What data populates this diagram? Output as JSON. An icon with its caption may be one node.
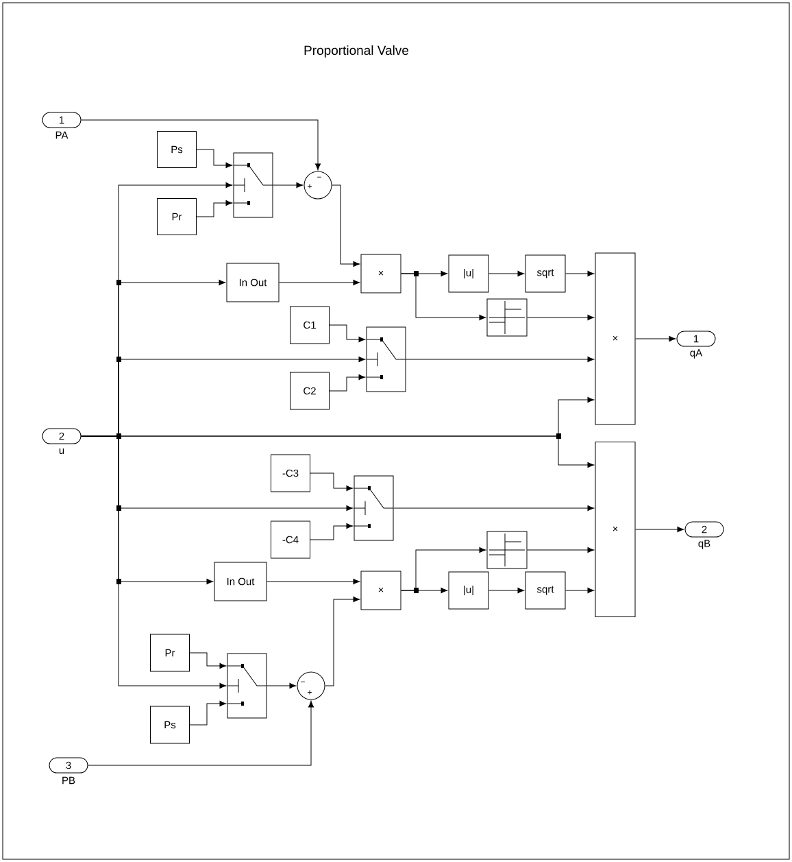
{
  "diagram": {
    "title": "Proportional Valve",
    "nodes": [
      {
        "text": [
          "1"
        ],
        "beside": [
          "PA"
        ]
      },
      {
        "text": [
          "Ps"
        ]
      },
      {
        "text": [
          "Pr"
        ]
      },
      {
        "text": [],
        "shape": "box"
      },
      {
        "text": [
          "+",
          "−"
        ]
      },
      {
        "text": [
          "In Out"
        ]
      },
      {
        "text": [
          "×"
        ]
      },
      {
        "text": [
          "|u|"
        ]
      },
      {
        "text": [
          "sqrt"
        ]
      },
      {
        "text": [],
        "shape": "box"
      },
      {
        "text": [
          "C1"
        ]
      },
      {
        "text": [],
        "shape": "box"
      },
      {
        "text": [
          "C2"
        ]
      },
      {
        "text": [
          "×"
        ]
      },
      {
        "text": [
          "1"
        ],
        "beside": [
          "qA"
        ]
      },
      {
        "text": [
          "2"
        ],
        "beside": [
          "u"
        ]
      },
      {
        "text": [
          "-C3"
        ]
      },
      {
        "text": [],
        "shape": "box"
      },
      {
        "text": [
          "-C4"
        ]
      },
      {
        "text": [
          "×"
        ]
      },
      {
        "text": [
          "2"
        ],
        "beside": [
          "qB"
        ]
      },
      {
        "text": [],
        "shape": "box"
      },
      {
        "text": [
          "In Out"
        ]
      },
      {
        "text": [
          "×"
        ]
      },
      {
        "text": [
          "|u|"
        ]
      },
      {
        "text": [
          "sqrt"
        ]
      },
      {
        "text": [
          "Pr"
        ]
      },
      {
        "text": [],
        "shape": "box"
      },
      {
        "text": [
          "Ps"
        ]
      },
      {
        "text": [
          "−",
          "+"
        ]
      },
      {
        "text": [
          "3"
        ],
        "beside": [
          "PB"
        ]
      }
    ],
    "edges": [
      {
        "from": 0,
        "to": 4,
        "arrow": "to"
      },
      {
        "from": 1,
        "to": 3,
        "arrow": "to"
      },
      {
        "from": 15,
        "to": 3,
        "arrow": "to"
      },
      {
        "from": 2,
        "to": 3,
        "arrow": "to"
      },
      {
        "from": 3,
        "to": 4,
        "arrow": "to"
      },
      {
        "from": 4,
        "to": 6,
        "arrow": "to"
      },
      {
        "from": 15,
        "to": 5,
        "arrow": "to"
      },
      {
        "from": 5,
        "to": 6,
        "arrow": "to"
      },
      {
        "from": 6,
        "to": 7,
        "arrow": "to"
      },
      {
        "from": 6,
        "to": 9,
        "arrow": "to"
      },
      {
        "from": 7,
        "to": 8,
        "arrow": "to"
      },
      {
        "from": 8,
        "to": 13,
        "arrow": "to"
      },
      {
        "from": 9,
        "to": 13,
        "arrow": "to"
      },
      {
        "from": 10,
        "to": 11,
        "arrow": "to"
      },
      {
        "from": 15,
        "to": 11,
        "arrow": "to"
      },
      {
        "from": 12,
        "to": 11,
        "arrow": "to"
      },
      {
        "from": 11,
        "to": 13,
        "arrow": "to"
      },
      {
        "from": 15,
        "to": 13,
        "arrow": "to"
      },
      {
        "from": 13,
        "to": 14,
        "arrow": "to"
      },
      {
        "from": 15,
        "to": 19,
        "arrow": "to"
      },
      {
        "from": 16,
        "to": 17,
        "arrow": "to"
      },
      {
        "from": 15,
        "to": 17,
        "arrow": "to"
      },
      {
        "from": 18,
        "to": 17,
        "arrow": "to"
      },
      {
        "from": 17,
        "to": 19,
        "arrow": "to"
      },
      {
        "from": 21,
        "to": 19,
        "arrow": "to"
      },
      {
        "from": 25,
        "to": 19,
        "arrow": "to"
      },
      {
        "from": 19,
        "to": 20,
        "arrow": "to"
      },
      {
        "from": 15,
        "to": 22,
        "arrow": "to"
      },
      {
        "from": 22,
        "to": 23,
        "arrow": "to"
      },
      {
        "from": 29,
        "to": 23,
        "arrow": "to"
      },
      {
        "from": 23,
        "to": 24,
        "arrow": "to"
      },
      {
        "from": 23,
        "to": 21,
        "arrow": "to"
      },
      {
        "from": 24,
        "to": 25,
        "arrow": "to"
      },
      {
        "from": 26,
        "to": 27,
        "arrow": "to"
      },
      {
        "from": 15,
        "to": 27,
        "arrow": "to"
      },
      {
        "from": 28,
        "to": 27,
        "arrow": "to"
      },
      {
        "from": 27,
        "to": 29,
        "arrow": "to"
      },
      {
        "from": 30,
        "to": 29,
        "arrow": "to"
      }
    ]
  }
}
